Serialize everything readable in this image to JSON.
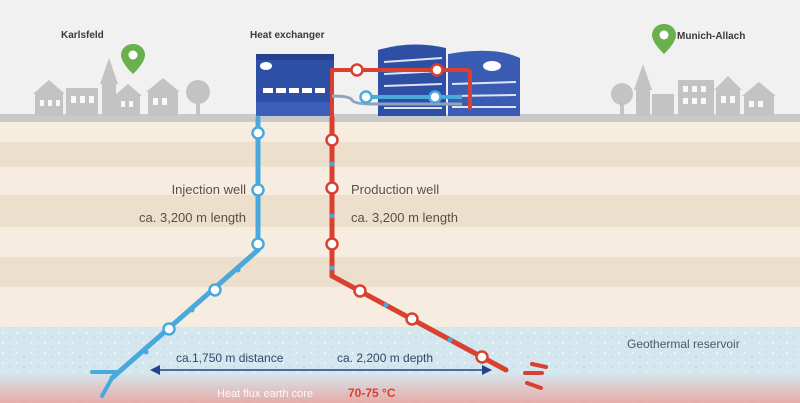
{
  "places": {
    "left_town": "Karlsfeld",
    "right_town": "Munich-Allach"
  },
  "plant": {
    "heat_exchanger_label": "Heat exchanger"
  },
  "wells": {
    "injection": {
      "name": "Injection well",
      "length": "ca. 3,200 m length"
    },
    "production": {
      "name": "Production well",
      "length": "ca. 3,200 m length"
    }
  },
  "reservoir": {
    "label": "Geothermal reservoir",
    "distance": "ca.1,750 m distance",
    "depth": "ca. 2,200 m depth",
    "heat_flux_label": "Heat flux earth core",
    "temperature": "70-75 °C"
  },
  "colors": {
    "cold_pipe": "#4aa9dc",
    "hot_pipe": "#d9402f",
    "building_blue": "#2e4fa6",
    "pin_green": "#6ab04c",
    "ground_light": "#f6ede0",
    "ground_dark": "#ece0cc",
    "reservoir_water": "#d4e6ee",
    "sky": "#f0f0f0"
  }
}
